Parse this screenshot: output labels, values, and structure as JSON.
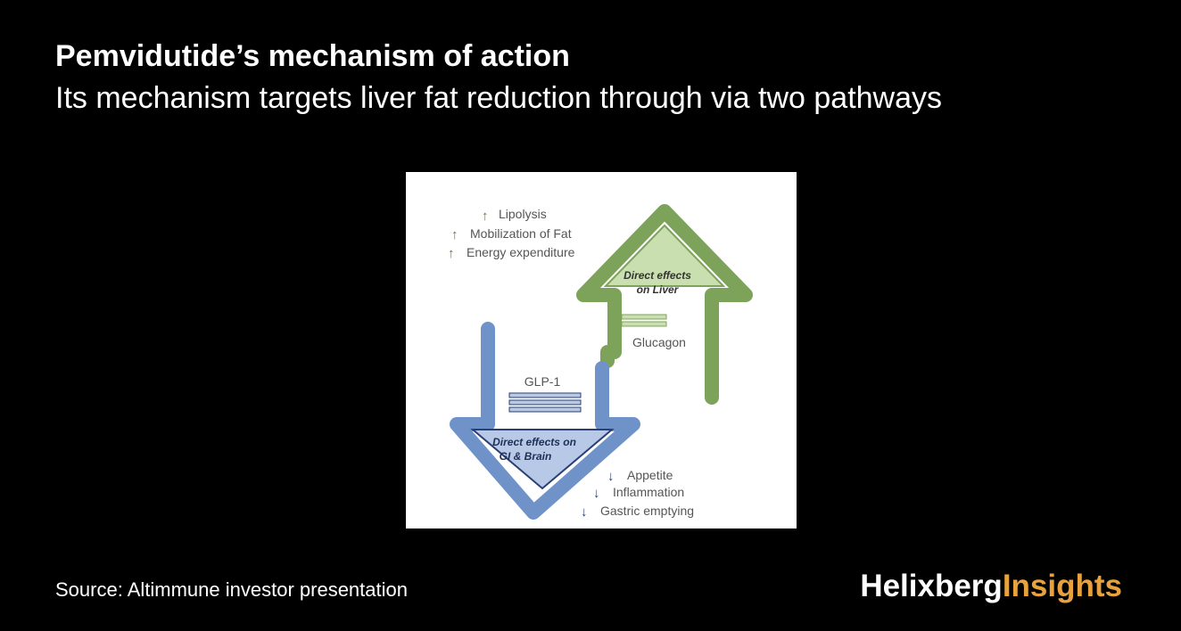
{
  "slide": {
    "title": "Pemvidutide’s mechanism of action",
    "subtitle": "Its mechanism targets liver fat reduction through via two pathways",
    "source": "Source: Altimmune investor presentation",
    "brand_part1": "Helixberg",
    "brand_part2": "Insights"
  },
  "diagram": {
    "liver_effects": [
      "Lipolysis",
      "Mobilization of Fat",
      "Energy expenditure"
    ],
    "liver_box_line1": "Direct effects",
    "liver_box_line2": "on Liver",
    "glucagon_label": "Glucagon",
    "glp1_label": "GLP-1",
    "gi_box_line1": "Direct effects on",
    "gi_box_line2": "GI & Brain",
    "gi_effects": [
      "Appetite",
      "Inflammation",
      "Gastric emptying"
    ],
    "up_arrow_glyph": "↑",
    "down_arrow_glyph": "↓"
  },
  "colors": {
    "background": "#000000",
    "text": "#ffffff",
    "brand_accent": "#e8a23d",
    "green_arrow": "#7da35a",
    "green_fill": "#c9dfb0",
    "green_text": "#5a7f3a",
    "blue_arrow": "#6f93c9",
    "blue_fill": "#b8c9e8",
    "blue_text": "#2a3f73",
    "label_text": "#555555"
  }
}
